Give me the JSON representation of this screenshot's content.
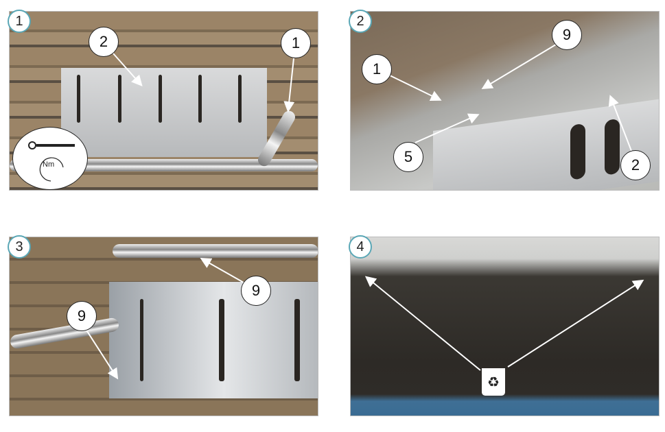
{
  "steps": [
    {
      "number": "1",
      "callouts": [
        "2",
        "1"
      ],
      "torque_label": "Nm"
    },
    {
      "number": "2",
      "callouts": [
        "1",
        "9",
        "5",
        "2"
      ]
    },
    {
      "number": "3",
      "callouts": [
        "9",
        "9"
      ]
    },
    {
      "number": "4",
      "icon": "recycle-bin-icon",
      "icon_glyph": "♻"
    }
  ],
  "colors": {
    "step_badge_border": "#5aa7b6"
  }
}
